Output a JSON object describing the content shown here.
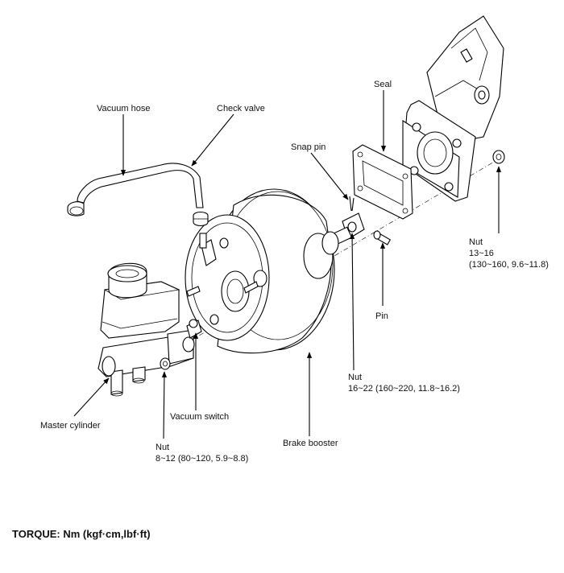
{
  "labels": {
    "vacuum_hose": "Vacuum hose",
    "check_valve": "Check valve",
    "seal": "Seal",
    "snap_pin": "Snap pin",
    "nut_bracket_title": "Nut",
    "nut_bracket_torque_line1": "13~16",
    "nut_bracket_torque_line2": "(130~160, 9.6~11.8)",
    "pin": "Pin",
    "nut_clevis_title": "Nut",
    "nut_clevis_torque": "16~22 (160~220, 11.8~16.2)",
    "master_cylinder": "Master cylinder",
    "vacuum_switch": "Vacuum switch",
    "brake_booster": "Brake booster",
    "nut_master_title": "Nut",
    "nut_master_torque": "8~12 (80~120, 5.9~8.8)"
  },
  "footer": {
    "torque_units": "TORQUE: Nm (kgf·cm,lbf·ft)"
  }
}
